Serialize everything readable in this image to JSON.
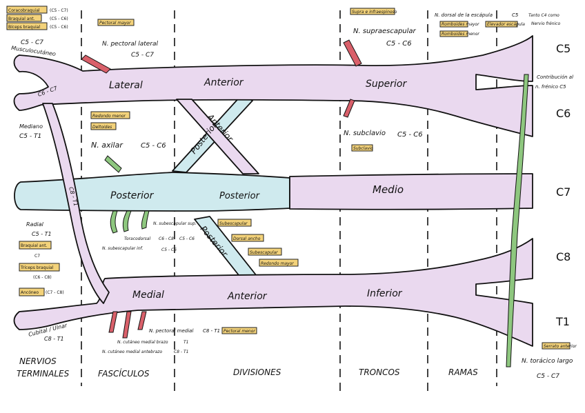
{
  "columns": {
    "terminales_1": "NERVIOS",
    "terminales_2": "TERMINALES",
    "fasciculos": "FASCÍCULOS",
    "divisiones": "DIVISIONES",
    "troncos": "TRONCOS",
    "ramas": "RAMAS"
  },
  "roots": {
    "c5": "C5",
    "c6": "C6",
    "c7": "C7",
    "c8": "C8",
    "t1": "T1"
  },
  "trunks": {
    "superior": "Superior",
    "medio": "Medio",
    "inferior": "Inferior"
  },
  "divisions": {
    "anterior_sup": "Anterior",
    "anterior_mid": "Anterior",
    "anterior_inf": "Anterior",
    "posterior_sup": "Posterior",
    "posterior_mid": "Posterior",
    "posterior_inf": "Posterior"
  },
  "cords": {
    "lateral": "Lateral",
    "posterior": "Posterior",
    "medial": "Medial"
  },
  "terminal_nerves": {
    "musculocutaneo": "Musculocutáneo",
    "musculocutaneo_roots": "C5 - C7",
    "mediano": "Mediano",
    "mediano_roots": "C5 - T1",
    "mediano_loop_roots": "C6 - C7",
    "radial": "Radial",
    "radial_roots": "C5 - T1",
    "ulnar_loop_roots": "C8 - T1",
    "cubital": "Cubital / Ulnar",
    "cubital_roots": "C8 - T1"
  },
  "left_tags": {
    "coracobraquial": "Coracobraquial",
    "coracobraquial_roots": "(C5 - C7)",
    "braquial_ant": "Braquial ant.",
    "braquial_ant_roots": "(C5 - C6)",
    "biceps": "Bíceps braquial",
    "biceps_roots": "(C5 - C6)",
    "braquial_ant2": "Braquial ant.",
    "braquial_ant2_roots": "C7",
    "triceps": "Tríceps braquial",
    "triceps_roots": "(C6 - C8)",
    "ancóneo": "Ancóneo",
    "ancóneo_roots": "(C7 - C8)"
  },
  "branches": {
    "pectoral_lateral": "N. pectoral lateral",
    "pectoral_lateral_roots": "C5 - C7",
    "pectoral_lateral_tag": "Pectoral mayor",
    "axilar": "N. axilar",
    "axilar_roots": "C5 - C6",
    "axilar_tag1": "Redondo menor",
    "axilar_tag2": "Deltoides",
    "subescapular_sup": "N. subescapular sup.",
    "subescapular_sup_roots": "C5 - C6",
    "toracodorsal": "Toracodorsal",
    "toracodorsal_roots": "C6 - C8",
    "subescapular_inf": "N. subescapular inf.",
    "subescapular_inf_roots": "C5 - C6",
    "tag_subescapular": "Subescapular",
    "tag_dorsal": "Dorsal ancho",
    "tag_subescapular2": "Subescapular",
    "tag_redondo": "Redondo mayor",
    "pectoral_medial": "N. pectoral medial",
    "pectoral_medial_roots": "C8 - T1",
    "pectoral_medial_tag": "Pectoral menor",
    "cut_medial_brazo": "N. cutáneo medial brazo",
    "cut_medial_brazo_roots": "T1",
    "cut_medial_antebrazo": "N. cutáneo medial antebrazo",
    "cut_medial_antebrazo_roots": "C8 - T1",
    "supraescapular": "N. supraescapular",
    "supraescapular_roots": "C5 - C6",
    "supraescapular_tag": "Supra e infraespinoso",
    "subclavio": "N. subclavio",
    "subclavio_roots": "C5 - C6",
    "subclavio_tag": "Subclavio",
    "dorsal_escapula": "N. dorsal de la escápula",
    "dorsal_escapula_roots": "C5",
    "dorsal_escapula_tag1": "Romboides mayor",
    "dorsal_escapula_tag2": "Romboides menor",
    "dorsal_escapula_tag3": "Elevador escápula",
    "nervio_frenico_note1": "Nervio frénico",
    "nervio_frenico_note2": "Tanto C4 como",
    "frenico_contrib1": "Contribución al",
    "frenico_contrib2": "n. frénico C5",
    "toracico_largo": "N. torácico largo",
    "toracico_largo_roots": "C5 - C7",
    "toracico_largo_tag": "Serrato anterior"
  },
  "colors": {
    "anterior_fill": "#ead9ef",
    "posterior_fill": "#cfeaee",
    "branch_red": "#d9606a",
    "branch_green": "#8ec77f",
    "tag_fill": "#f3d27a"
  }
}
